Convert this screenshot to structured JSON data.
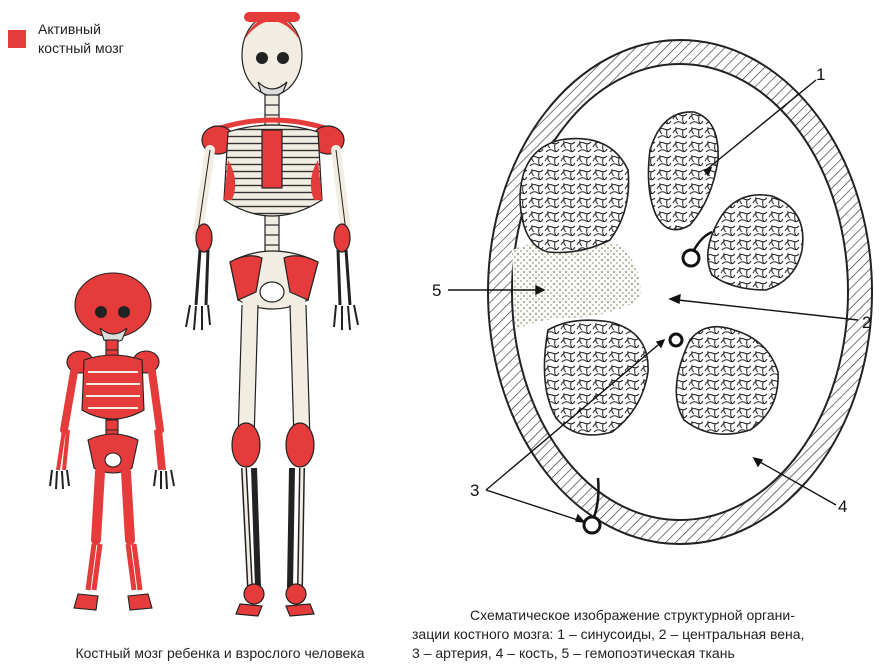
{
  "legend": {
    "color": "#e53b3b",
    "line1": "Активный",
    "line2": "костный мозг"
  },
  "captions": {
    "left": "Костный мозг ребенка и взрослого человека",
    "right_line1": "Схематическое изображение структурной органи-",
    "right_line2": "зации костного мозга: 1 – синусоиды, 2 – центральная вена,",
    "right_line3": "3 – артерия, 4 – кость, 5 – гемопоэтическая ткань"
  },
  "diagram_labels": {
    "n1": "1",
    "n2": "2",
    "n3": "3",
    "n4": "4",
    "n5": "5"
  },
  "colors": {
    "marrow_red": "#e53b3b",
    "bone": "#f2ede2",
    "outline": "#1a1a1a"
  }
}
